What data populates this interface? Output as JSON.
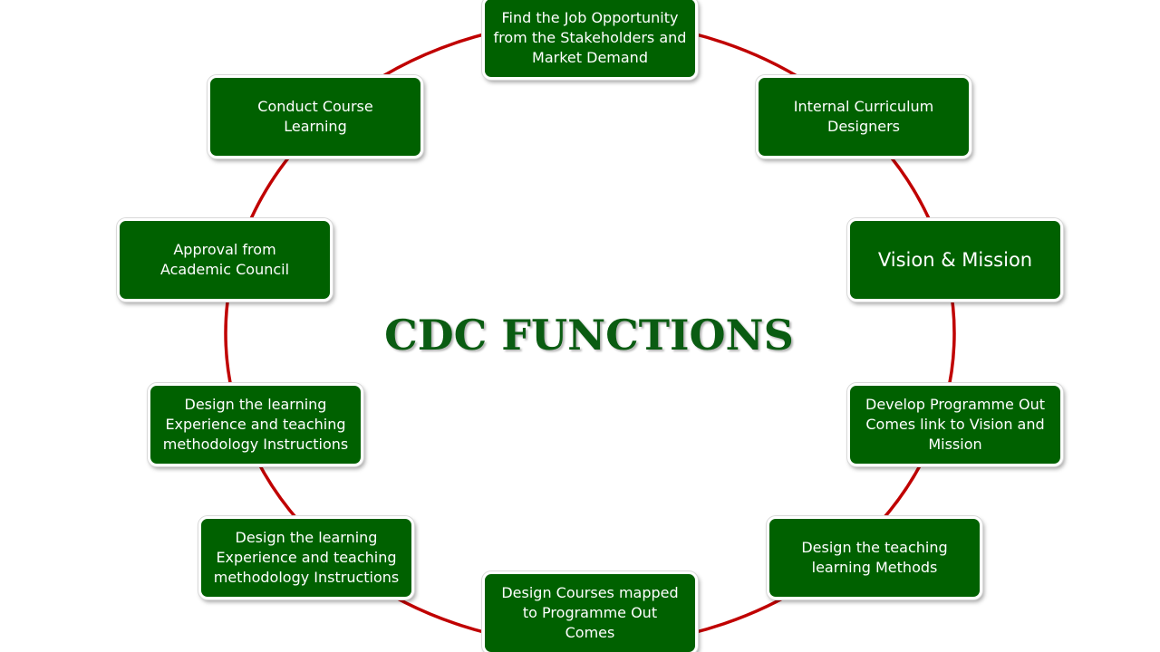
{
  "diagram": {
    "title": "CDC FUNCTIONS",
    "colors": {
      "box_fill": "#006100",
      "box_text": "#ffffff",
      "ring": "#c00000",
      "title": "#0a5c12"
    },
    "steps": [
      {
        "label": "Find the Job Opportunity from the Stakeholders and Market Demand"
      },
      {
        "label": "Internal Curriculum Designers"
      },
      {
        "label": "Vision & Mission"
      },
      {
        "label": "Develop Programme Out Comes link to Vision and Mission"
      },
      {
        "label": "Design the teaching learning Methods"
      },
      {
        "label": "Design Courses mapped to Programme Out Comes"
      },
      {
        "label": "Design the learning Experience and teaching methodology Instructions"
      },
      {
        "label": "Design the learning Experience and teaching methodology Instructions"
      },
      {
        "label": "Approval from Academic Council"
      },
      {
        "label": "Conduct Course Learning"
      }
    ]
  }
}
